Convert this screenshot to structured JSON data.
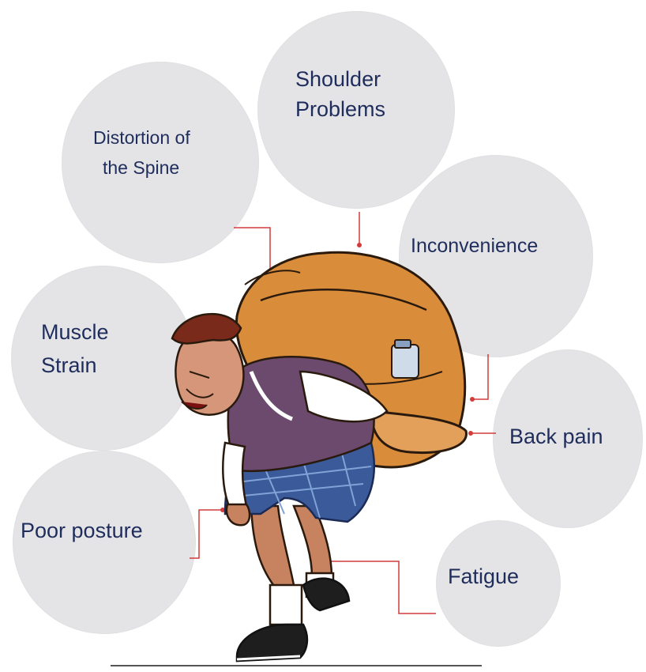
{
  "labels": {
    "shoulder_1": "Shoulder",
    "shoulder_2": "Problems",
    "spine_1": "Distortion of",
    "spine_2": "the Spine",
    "inconvenience": "Inconvenience",
    "muscle_1": "Muscle",
    "muscle_2": "Strain",
    "back_pain": "Back pain",
    "poor_posture": "Poor posture",
    "fatigue": "Fatigue"
  },
  "colors": {
    "bubble": "#e4e4e6",
    "label_text": "#1f2d5c",
    "connector": "#d23c3c",
    "backpack": "#d98c3a",
    "sweater": "#6b4a6e",
    "shorts": "#3b5a9a"
  }
}
